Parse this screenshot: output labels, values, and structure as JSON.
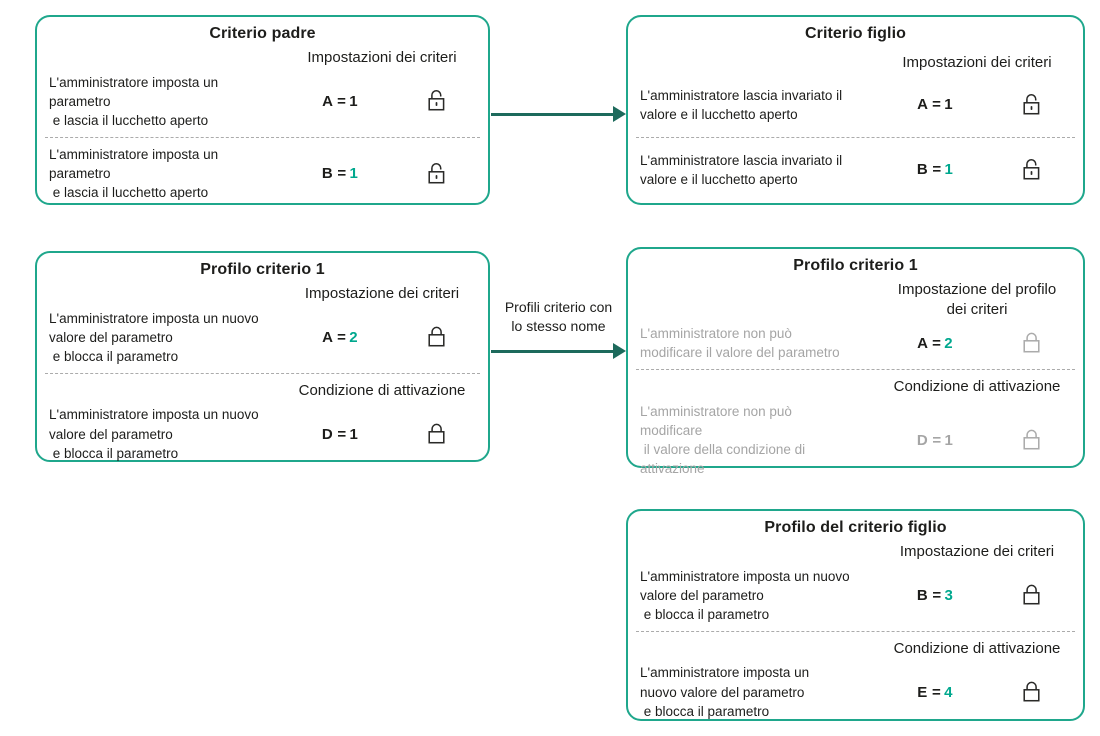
{
  "colors": {
    "box_border_teal": "#1FA78C",
    "accent_teal": "#00A88E",
    "arrow_dark_teal": "#1D6A5C",
    "text_dark": "#1D1D1B",
    "text_muted_gray": "#A5A5A5"
  },
  "connectors": {
    "top_arrow_label": "",
    "middle_arrow_label": "Profili criterio con\nlo stesso nome"
  },
  "boxes": {
    "parent_policy": {
      "title": "Criterio padre",
      "section1_label": "Impostazioni dei criteri",
      "row1": {
        "text": "L'amministratore imposta un\nparametro\n e lascia il lucchetto aperto",
        "param": "A =",
        "value": "1",
        "param_color": "#1D1D1B",
        "value_color": "#1D1D1B",
        "lock_icon": "open-lock"
      },
      "row2": {
        "text": "L'amministratore imposta un\nparametro\n e lascia il lucchetto aperto",
        "param": "B =",
        "value": "1",
        "param_color": "#1D1D1B",
        "value_color": "#00A88E",
        "lock_icon": "open-lock"
      }
    },
    "child_policy": {
      "title": "Criterio figlio",
      "section1_label": "Impostazioni dei criteri",
      "row1": {
        "text": "L'amministratore lascia invariato il\nvalore e il lucchetto aperto",
        "param": "A =",
        "value": "1",
        "param_color": "#1D1D1B",
        "value_color": "#1D1D1B",
        "lock_icon": "open-lock"
      },
      "row2": {
        "text": "L'amministratore lascia invariato il\nvalore e il lucchetto aperto",
        "param": "B =",
        "value": "1",
        "param_color": "#1D1D1B",
        "value_color": "#00A88E",
        "lock_icon": "open-lock"
      }
    },
    "policy_profile_1": {
      "title": "Profilo criterio 1",
      "section1_label": "Impostazione dei criteri",
      "section2_label": "Condizione di attivazione",
      "row1": {
        "text": "L'amministratore imposta un nuovo\nvalore del parametro\n e blocca il parametro",
        "param": "A =",
        "value": "2",
        "param_color": "#1D1D1B",
        "value_color": "#00A88E",
        "lock_icon": "closed-lock"
      },
      "row2": {
        "text": "L'amministratore imposta un nuovo\nvalore del parametro\n e blocca il parametro",
        "param": "D =",
        "value": "1",
        "param_color": "#1D1D1B",
        "value_color": "#1D1D1B",
        "lock_icon": "closed-lock"
      }
    },
    "child_policy_profile_1": {
      "title": "Profilo criterio 1",
      "section1_label": "Impostazione del profilo\ndei criteri",
      "section2_label": "Condizione di attivazione",
      "row1": {
        "text": "L'amministratore non può\nmodificare il valore del parametro",
        "param": "A =",
        "value": "2",
        "param_color": "#1D1D1B",
        "value_color": "#00A88E",
        "lock_icon": "closed-lock-gray"
      },
      "row2": {
        "text": "L'amministratore non può\nmodificare\n il valore della condizione di\nattivazione",
        "param": "D =",
        "value": "1",
        "param_color": "#A5A5A5",
        "value_color": "#A5A5A5",
        "lock_icon": "closed-lock-gray"
      }
    },
    "child_policy_profile": {
      "title": "Profilo del criterio figlio",
      "section1_label": "Impostazione dei criteri",
      "section2_label": "Condizione di attivazione",
      "row1": {
        "text": "L'amministratore imposta un nuovo\nvalore del parametro\n e blocca il parametro",
        "param": "B =",
        "value": "3",
        "param_color": "#1D1D1B",
        "value_color": "#00A88E",
        "lock_icon": "closed-lock"
      },
      "row2": {
        "text": "L'amministratore imposta un\nnuovo valore del parametro\n e blocca il parametro",
        "param": "E =",
        "value": "4",
        "param_color": "#1D1D1B",
        "value_color": "#00A88E",
        "lock_icon": "closed-lock"
      }
    }
  }
}
